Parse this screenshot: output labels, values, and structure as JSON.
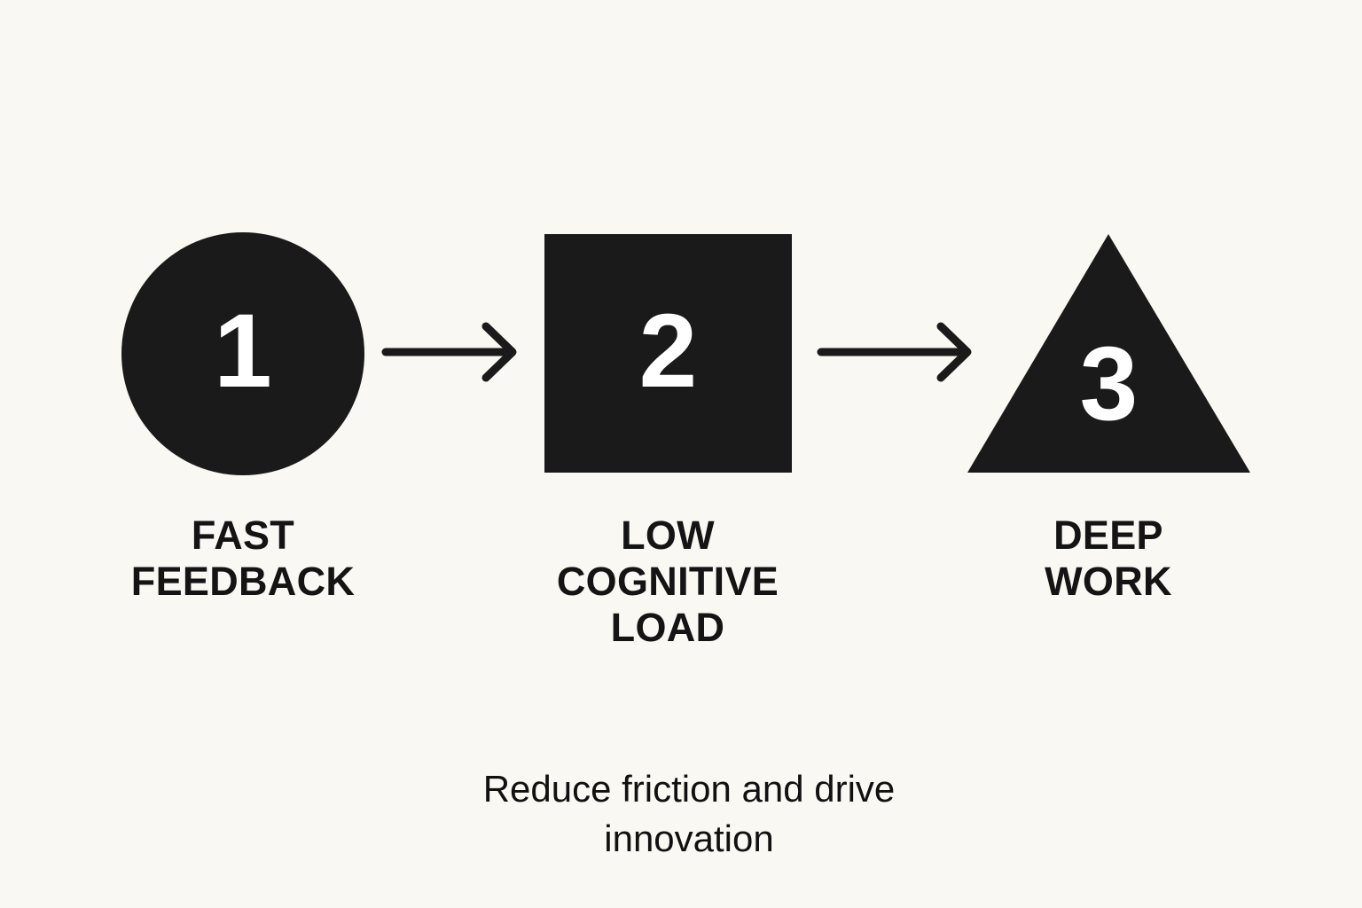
{
  "canvas": {
    "background_color": "#faf8f3",
    "ink_color": "#1a1a1a",
    "number_color": "#ffffff"
  },
  "steps": [
    {
      "number": "1",
      "shape": "circle",
      "label": "FAST\nFEEDBACK"
    },
    {
      "number": "2",
      "shape": "square",
      "label": "LOW\nCOGNITIVE\nLOAD"
    },
    {
      "number": "3",
      "shape": "triangle",
      "label": "DEEP\nWORK"
    }
  ],
  "connectors": [
    {
      "icon": "arrow-right-icon"
    },
    {
      "icon": "arrow-right-icon"
    }
  ],
  "caption": "Reduce friction and drive\ninnovation"
}
